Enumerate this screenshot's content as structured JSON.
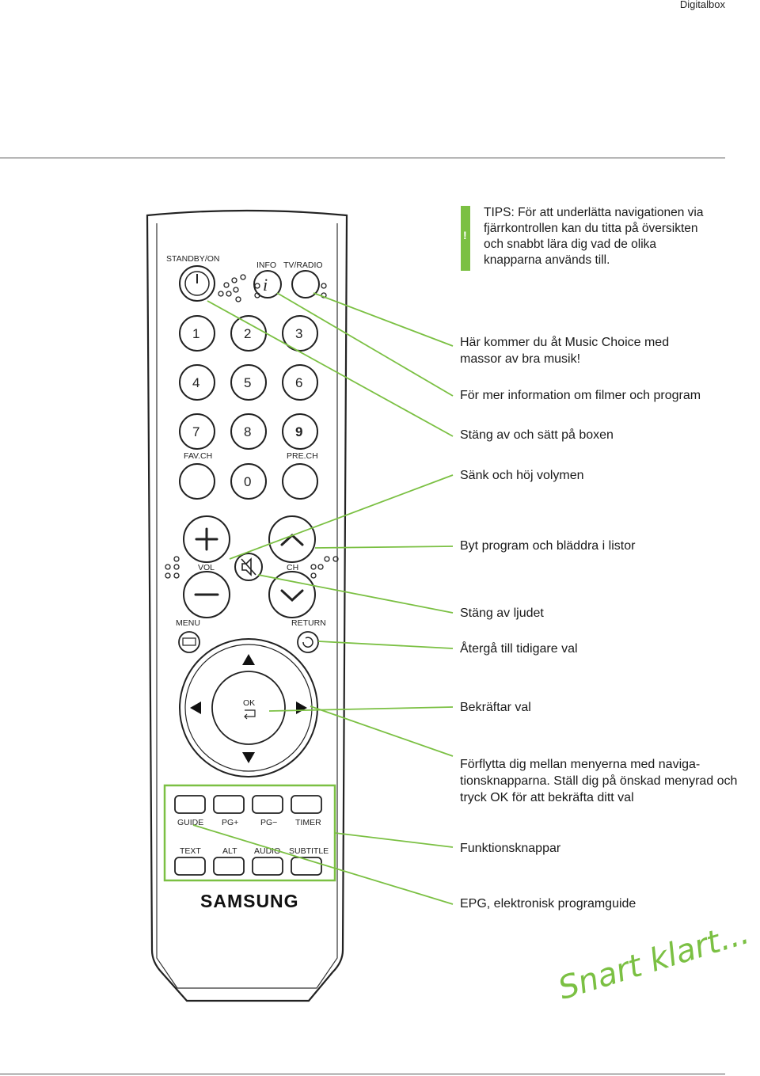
{
  "header": {
    "section_label": "Digitalbox"
  },
  "tip": {
    "mark": "!",
    "text": "TIPS: För att underlätta navigationen via fjärrkontrollen kan du titta på översikten och snabbt lära dig vad de olika knapparna används till."
  },
  "remote": {
    "top_labels": {
      "standby": "STANDBY/ON",
      "info": "INFO",
      "tv_radio": "TV/RADIO",
      "info_glyph": "i"
    },
    "number_keys": [
      "1",
      "2",
      "3",
      "4",
      "5",
      "6",
      "7",
      "8",
      "9",
      "0"
    ],
    "small_labels": {
      "fav_ch": "FAV.CH",
      "pre_ch": "PRE.CH",
      "vol": "VOL",
      "ch": "CH",
      "menu": "MENU",
      "return": "RETURN",
      "ok": "OK"
    },
    "function_labels_top": [
      "GUIDE",
      "PG+",
      "PG−",
      "TIMER"
    ],
    "function_labels_bottom": [
      "TEXT",
      "ALT",
      "AUDIO",
      "SUBTITLE"
    ],
    "brand": "SAMSUNG",
    "accent_color": "#7bc043"
  },
  "callouts": {
    "music": "Här kommer du åt Music Choice med massor av bra musik!",
    "info": "För mer information om filmer och program",
    "standby": "Stäng av och sätt på boxen",
    "volume": "Sänk och höj volymen",
    "channel": "Byt program och bläddra i listor",
    "mute": "Stäng av ljudet",
    "return": "Återgå till tidigare val",
    "ok": "Bekräftar val",
    "navigation": "Förflytta dig mellan menyerna med naviga-tionsknapparna. Ställ dig på önskad menyrad och tryck OK för att bekräfta ditt val",
    "function_keys": "Funktionsknappar",
    "epg": "EPG, elektronisk programguide"
  },
  "sign_off": "Snart klart..."
}
